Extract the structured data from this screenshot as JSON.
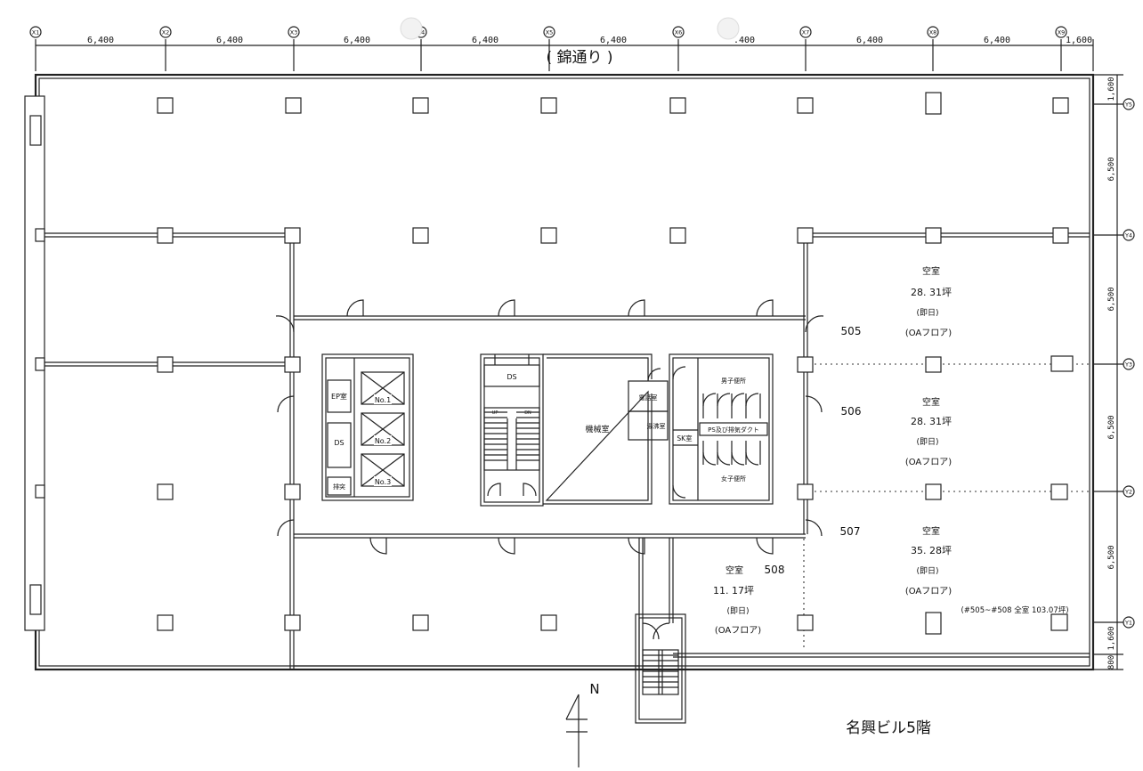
{
  "title": "名興ビル5階",
  "street": "( 錦通り )",
  "north_label": "N",
  "grid_x": [
    "X1",
    "X2",
    "X3",
    "X4",
    "X5",
    "X6",
    "X7",
    "X8",
    "X9"
  ],
  "grid_y": [
    "Y5",
    "Y4",
    "Y3",
    "Y2",
    "Y1"
  ],
  "x_dims": [
    "6,400",
    "6,400",
    "6,400",
    "6,400",
    "6,400",
    ".400",
    "6,400",
    "6,400",
    "1,600"
  ],
  "y_dims": [
    "1,600",
    "6,500",
    "6,500",
    "6,500",
    "6,500",
    "1,600",
    "800"
  ],
  "rooms": {
    "r505": {
      "number": "505",
      "status": "空室",
      "area": "28. 31坪",
      "avail": "(即日)",
      "floor": "(OAフロア)"
    },
    "r506": {
      "number": "506",
      "status": "空室",
      "area": "28. 31坪",
      "avail": "(即日)",
      "floor": "(OAフロア)"
    },
    "r507": {
      "number": "507",
      "status": "空室",
      "area": "35. 28坪",
      "avail": "(即日)",
      "floor": "(OAフロア)"
    },
    "r508": {
      "number": "508",
      "status": "空室",
      "area": "11. 17坪",
      "avail": "(即日)",
      "floor": "(OAフロア)"
    }
  },
  "total_note": "(#505~#508 全室 103.07坪)",
  "core": {
    "ep": "EP室",
    "ds1": "DS",
    "smoke": "排突",
    "ev1": "No.1",
    "ev2": "No.2",
    "ev3": "No.3",
    "ds2": "DS",
    "machine": "機械室",
    "comm": "電話室",
    "kitchen": "湯沸室",
    "sk": "SK室",
    "men": "男子便所",
    "women": "女子便所",
    "ps": "PS及び排気ダクト",
    "up": "UP",
    "dn": "DN"
  }
}
